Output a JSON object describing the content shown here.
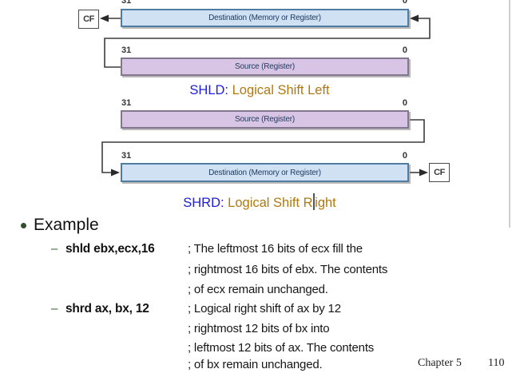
{
  "slide": {
    "bit_high": "31",
    "bit_low": "0",
    "cf_label": "CF",
    "boxes": {
      "destination_label": "Destination (Memory or Register)",
      "source_label": "Source (Register)"
    },
    "captions": {
      "shld_mnemonic": "SHLD:",
      "shld_desc": " Logical Shift Left",
      "shrd_mnemonic": "SHRD:",
      "shrd_desc_pre": " Logical Shift R",
      "shrd_desc_post": "ight"
    },
    "example": {
      "title": "Example",
      "items": [
        {
          "dash": "–",
          "code": "shld ebx,ecx,16",
          "comments": [
            "; The leftmost 16 bits of ecx fill the",
            "; rightmost 16 bits of ebx. The contents",
            "; of ecx remain unchanged."
          ]
        },
        {
          "dash": "–",
          "code": "shrd ax, bx, 12",
          "comments": [
            "; Logical right shift of ax by 12",
            "; rightmost 12 bits of bx into",
            "; leftmost 12 bits of ax. The contents",
            "; of bx remain unchanged."
          ]
        }
      ]
    },
    "footer": {
      "chapter": "Chapter 5",
      "page": "110"
    },
    "colors": {
      "destination_fill": "#cfe1f3",
      "destination_border": "#4e7ca3",
      "source_fill": "#d8c5e5",
      "source_border": "#82778f",
      "mnemonic_blue": "#2020d8",
      "caption_brown": "#b0790f"
    }
  }
}
